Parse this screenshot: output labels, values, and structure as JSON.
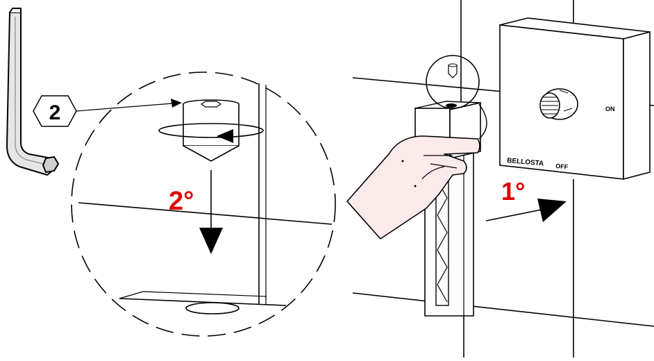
{
  "tool": {
    "size_label": "2",
    "icon": "hex-key-icon"
  },
  "steps": {
    "step1_label": "1°",
    "step2_label": "2°",
    "step_color": "#e00000"
  },
  "switch_box": {
    "brand": "BELLOSTA",
    "on_label": "ON",
    "off_label": "OFF"
  },
  "colors": {
    "line": "#000000",
    "hand_fill": "#fbeaea",
    "key_fill": "#e6e6e6"
  }
}
